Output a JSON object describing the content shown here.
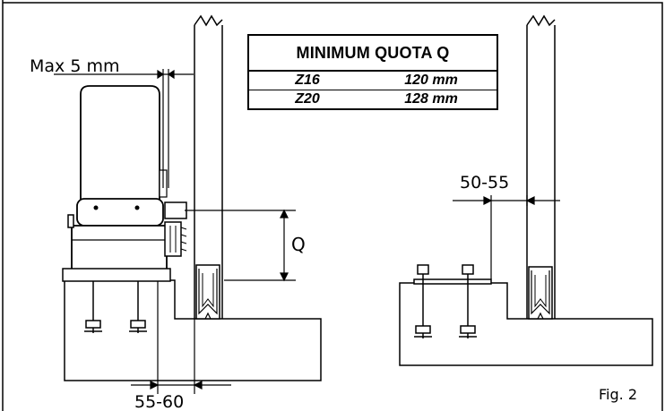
{
  "labels": {
    "max_gap": "Max 5 mm",
    "quota": "Q",
    "left_distance": "55-60",
    "right_distance": "50-55",
    "figure": "Fig. 2"
  },
  "table": {
    "title": "MINIMUM QUOTA Q",
    "rows": [
      {
        "model": "Z16",
        "value": "120 mm"
      },
      {
        "model": "Z20",
        "value": "128 mm"
      }
    ]
  }
}
